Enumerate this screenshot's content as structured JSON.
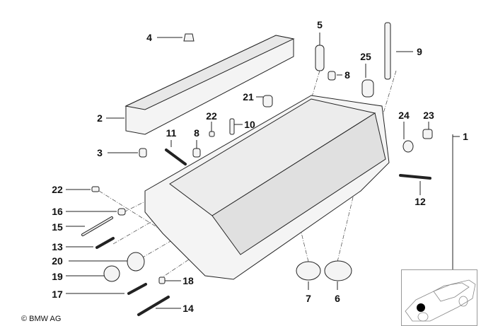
{
  "diagram": {
    "title_hidden": null,
    "callouts": [
      "1",
      "2",
      "3",
      "4",
      "5",
      "6",
      "7",
      "8",
      "8",
      "9",
      "10",
      "11",
      "12",
      "13",
      "14",
      "15",
      "16",
      "17",
      "18",
      "19",
      "20",
      "21",
      "22",
      "22",
      "23",
      "24",
      "25"
    ],
    "copyright": "© BMW AG",
    "locator_marker_color": "#000000"
  }
}
